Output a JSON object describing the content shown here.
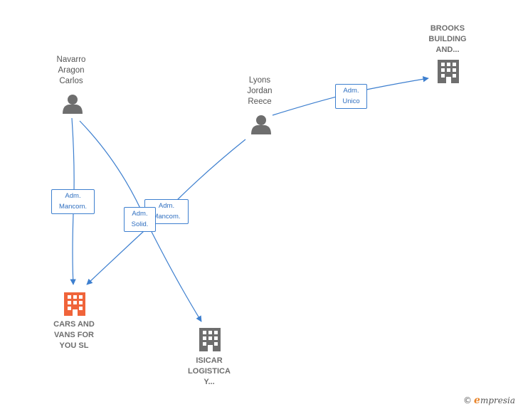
{
  "nodes": {
    "navarro": {
      "label": "Navarro\nAragon\nCarlos",
      "icon": "person-icon"
    },
    "lyons": {
      "label": "Lyons\nJordan\nReece",
      "icon": "person-icon"
    },
    "brooks": {
      "label": "BROOKS\nBUILDING\nAND...",
      "icon": "building-icon"
    },
    "cars": {
      "label": "CARS AND\nVANS FOR\nYOU  SL",
      "icon": "building-icon"
    },
    "isicar": {
      "label": "ISICAR\nLOGISTICA\nY...",
      "icon": "building-icon"
    }
  },
  "edges": {
    "navarro_cars": "Adm.\nMancom.",
    "lyons_cars": "Adm.\nMancom.",
    "navarro_isicar": "Adm.\nSolid.",
    "lyons_brooks": "Adm.\nUnico"
  },
  "colors": {
    "edge": "#3d7fcf",
    "person": "#6e6e6e",
    "company": "#6e6e6e",
    "highlight_company": "#f0643a"
  },
  "brand": {
    "copyright": "©",
    "name_initial": "e",
    "name_rest": "mpresia"
  }
}
